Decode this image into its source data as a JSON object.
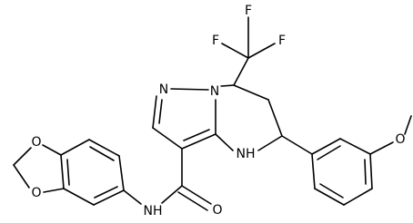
{
  "labels": {
    "f_top": "F",
    "f_left": "F",
    "f_right": "F",
    "n_pyrazole": "N",
    "n_bridge": "N",
    "nh_ring": "NH",
    "nh_amide": "NH",
    "o_carbonyl": "O",
    "o_methoxy": "O",
    "o_dioxole_upper": "O",
    "o_dioxole_lower": "O"
  }
}
